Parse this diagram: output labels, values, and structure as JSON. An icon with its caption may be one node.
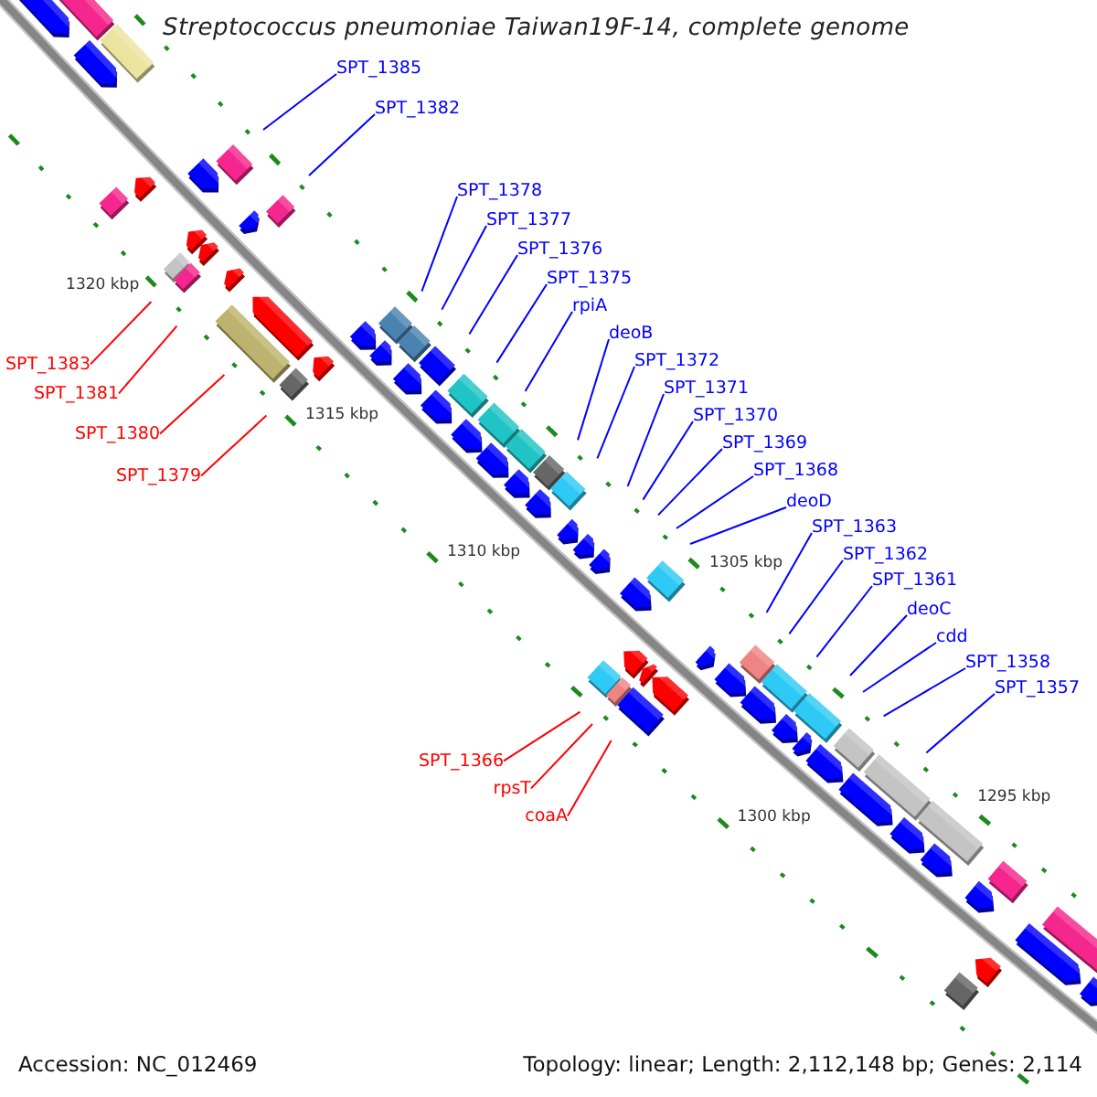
{
  "diagram": {
    "title": "Streptococcus pneumoniae Taiwan19F-14, complete genome",
    "nodes": [
      {
        "text": [
          "SPT_1385"
        ]
      },
      {
        "text": [
          "SPT_1382"
        ]
      },
      {
        "text": [
          "SPT_1378"
        ]
      },
      {
        "text": [
          "SPT_1377"
        ]
      },
      {
        "text": [
          "SPT_1376"
        ]
      },
      {
        "text": [
          "SPT_1375"
        ]
      },
      {
        "text": [
          "rpiA"
        ]
      },
      {
        "text": [
          "deoB"
        ]
      },
      {
        "text": [
          "SPT_1372"
        ]
      },
      {
        "text": [
          "SPT_1371"
        ]
      },
      {
        "text": [
          "SPT_1370"
        ]
      },
      {
        "text": [
          "SPT_1369"
        ]
      },
      {
        "text": [
          "SPT_1368"
        ]
      },
      {
        "text": [
          "deoD"
        ]
      },
      {
        "text": [
          "SPT_1363"
        ]
      },
      {
        "text": [
          "SPT_1362"
        ]
      },
      {
        "text": [
          "SPT_1361"
        ]
      },
      {
        "text": [
          "deoC"
        ]
      },
      {
        "text": [
          "cdd"
        ]
      },
      {
        "text": [
          "SPT_1358"
        ]
      },
      {
        "text": [
          "SPT_1357"
        ]
      },
      {
        "text": [
          "SPT_1383"
        ]
      },
      {
        "text": [
          "SPT_1381"
        ]
      },
      {
        "text": [
          "SPT_1380"
        ]
      },
      {
        "text": [
          "SPT_1379"
        ]
      },
      {
        "text": [
          "SPT_1366"
        ]
      },
      {
        "text": [
          "rpsT"
        ]
      },
      {
        "text": [
          "coaA"
        ]
      }
    ],
    "edges": [
      {
        "from": 0,
        "to": null,
        "arrow": "none"
      },
      {
        "from": 1,
        "to": null,
        "arrow": "none"
      },
      {
        "from": 2,
        "to": null,
        "arrow": "none"
      },
      {
        "from": 3,
        "to": null,
        "arrow": "none"
      },
      {
        "from": 4,
        "to": null,
        "arrow": "none"
      },
      {
        "from": 5,
        "to": null,
        "arrow": "none"
      },
      {
        "from": 6,
        "to": null,
        "arrow": "none"
      },
      {
        "from": 7,
        "to": null,
        "arrow": "none"
      },
      {
        "from": 8,
        "to": null,
        "arrow": "none"
      },
      {
        "from": 9,
        "to": null,
        "arrow": "none"
      },
      {
        "from": 10,
        "to": null,
        "arrow": "none"
      },
      {
        "from": 11,
        "to": null,
        "arrow": "none"
      },
      {
        "from": 12,
        "to": null,
        "arrow": "none"
      },
      {
        "from": 13,
        "to": null,
        "arrow": "none"
      },
      {
        "from": 14,
        "to": null,
        "arrow": "none"
      },
      {
        "from": 15,
        "to": null,
        "arrow": "none"
      },
      {
        "from": 16,
        "to": null,
        "arrow": "none"
      },
      {
        "from": 17,
        "to": null,
        "arrow": "none"
      },
      {
        "from": 18,
        "to": null,
        "arrow": "none"
      },
      {
        "from": 19,
        "to": null,
        "arrow": "none"
      },
      {
        "from": 20,
        "to": null,
        "arrow": "none"
      },
      {
        "from": 21,
        "to": null,
        "arrow": "none",
        "color": "#ff0000"
      },
      {
        "from": 22,
        "to": null,
        "arrow": "none",
        "color": "#ff0000"
      },
      {
        "from": 23,
        "to": null,
        "arrow": "none",
        "color": "#ff0000"
      },
      {
        "from": 24,
        "to": null,
        "arrow": "none",
        "color": "#ff0000"
      },
      {
        "from": 25,
        "to": null,
        "arrow": "none",
        "color": "#ff0000"
      },
      {
        "from": 26,
        "to": null,
        "arrow": "none",
        "color": "#ff0000"
      },
      {
        "from": 27,
        "to": null,
        "arrow": "none",
        "color": "#ff0000"
      }
    ],
    "labels": [
      "1320 kbp",
      "1315 kbp",
      "1310 kbp",
      "1305 kbp",
      "1300 kbp",
      "1295 kbp",
      "Accession: NC_012469",
      "Topology: linear; Length: 2,112,148 bp; Genes: 2,114"
    ]
  }
}
